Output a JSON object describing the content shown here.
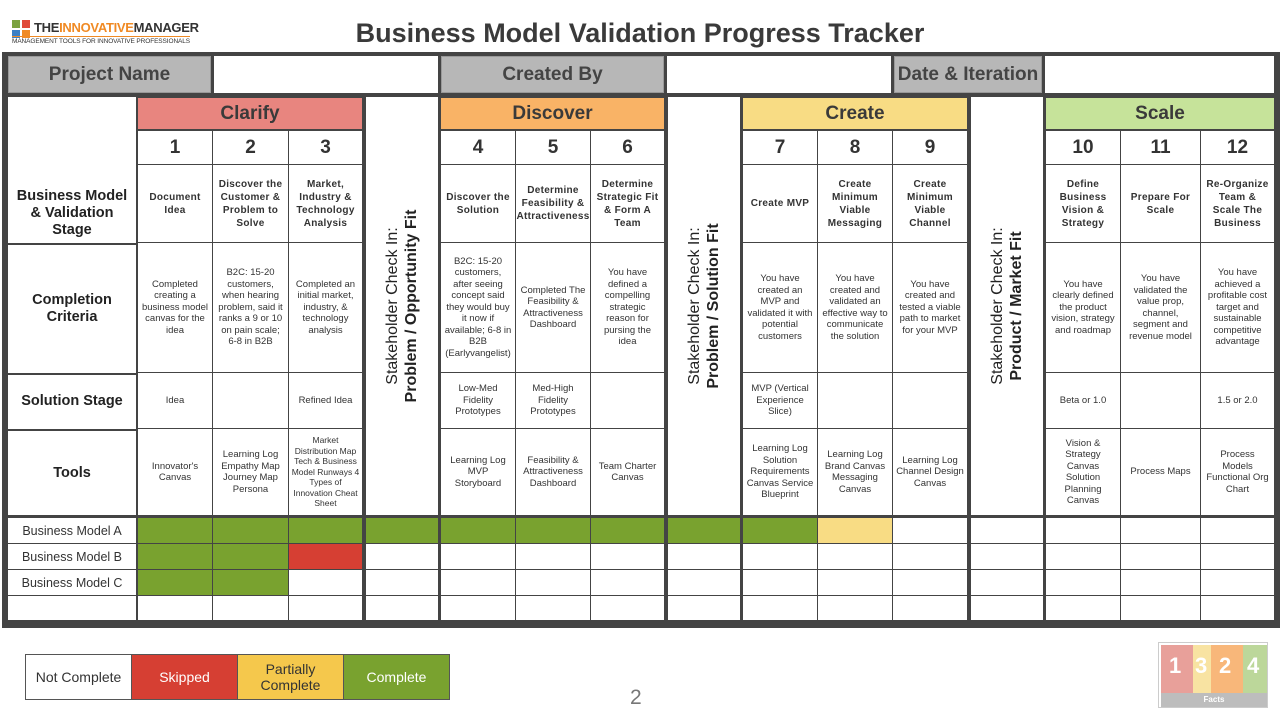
{
  "brand": {
    "logo_part1": "THE",
    "logo_part2": "INNOVATIVE",
    "logo_part3": "MANAGER",
    "tagline": "MANAGEMENT TOOLS FOR INNOVATIVE PROFESSIONALS",
    "logo_colors": [
      "#e04a3a",
      "#f08a24",
      "#3b7fc4",
      "#7ba23f"
    ]
  },
  "title": "Business Model Validation Progress Tracker",
  "header_fields": {
    "project_name_label": "Project Name",
    "project_name_value": "",
    "created_by_label": "Created By",
    "created_by_value": "",
    "date_iteration_label": "Date & Iteration",
    "date_iteration_value": ""
  },
  "row_labels": {
    "stage": "Business Model & Validation Stage",
    "criteria": "Completion Criteria",
    "solution": "Solution Stage",
    "tools": "Tools"
  },
  "phases": [
    {
      "name": "Clarify",
      "color": "#e8857f"
    },
    {
      "name": "Discover",
      "color": "#f9b366"
    },
    {
      "name": "Create",
      "color": "#f8dc84"
    },
    {
      "name": "Scale",
      "color": "#c6e39a"
    }
  ],
  "checkpoints": [
    {
      "line1": "Stakeholder Check In:",
      "line2": "Problem / Opportunity Fit"
    },
    {
      "line1": "Stakeholder Check In:",
      "line2": "Problem / Solution Fit"
    },
    {
      "line1": "Stakeholder Check In:",
      "line2": "Product / Market Fit"
    }
  ],
  "steps": [
    {
      "num": "1",
      "title": "Document Idea",
      "criteria": "Completed creating a business model canvas for the idea",
      "solution": "Idea",
      "tools": "Innovator's Canvas"
    },
    {
      "num": "2",
      "title": "Discover the Customer & Problem to Solve",
      "criteria": "B2C: 15-20 customers, when hearing problem, said it ranks a 9 or 10 on pain scale; 6-8 in B2B",
      "solution": "",
      "tools": "Learning Log Empathy Map Journey Map Persona"
    },
    {
      "num": "3",
      "title": "Market, Industry & Technology Analysis",
      "criteria": "Completed an initial market, industry, & technology analysis",
      "solution": "Refined Idea",
      "tools": "Market Distribution Map Tech & Business Model Runways 4 Types of Innovation Cheat Sheet"
    },
    {
      "num": "4",
      "title": "Discover the Solution",
      "criteria": "B2C: 15-20 customers, after seeing concept said they would buy it now if available; 6-8 in B2B (Earlyvangelist)",
      "solution": "Low-Med Fidelity Prototypes",
      "tools": "Learning Log MVP Storyboard"
    },
    {
      "num": "5",
      "title": "Determine Feasibility & Attractiveness",
      "criteria": "Completed The Feasibility & Attractiveness Dashboard",
      "solution": "Med-High Fidelity Prototypes",
      "tools": "Feasibility & Attractiveness Dashboard"
    },
    {
      "num": "6",
      "title": "Determine Strategic Fit & Form A Team",
      "criteria": "You have defined a compelling strategic reason for pursing the idea",
      "solution": "",
      "tools": "Team Charter Canvas"
    },
    {
      "num": "7",
      "title": "Create MVP",
      "criteria": "You have created an MVP and validated it with potential customers",
      "solution": "MVP (Vertical Experience Slice)",
      "tools": "Learning Log Solution Requirements Canvas Service Blueprint"
    },
    {
      "num": "8",
      "title": "Create Minimum Viable Messaging",
      "criteria": "You have created and validated an effective way to communicate the solution",
      "solution": "",
      "tools": "Learning Log Brand Canvas Messaging Canvas"
    },
    {
      "num": "9",
      "title": "Create Minimum Viable Channel",
      "criteria": "You have created and tested a viable path to market for your MVP",
      "solution": "",
      "tools": "Learning Log Channel Design Canvas"
    },
    {
      "num": "10",
      "title": "Define Business Vision & Strategy",
      "criteria": "You have clearly defined the product vision, strategy and roadmap",
      "solution": "Beta or 1.0",
      "tools": "Vision & Strategy Canvas Solution Planning Canvas"
    },
    {
      "num": "11",
      "title": "Prepare For Scale",
      "criteria": "You have validated the value prop, channel, segment and revenue model",
      "solution": "",
      "tools": "Process Maps"
    },
    {
      "num": "12",
      "title": "Re-Organize Team & Scale The Business",
      "criteria": "You have achieved a profitable cost target and sustainable competitive advantage",
      "solution": "1.5 or 2.0",
      "tools": "Process Models Functional Org Chart"
    }
  ],
  "status_colors": {
    "not_complete": "#ffffff",
    "skipped": "#d63f33",
    "partial": "#f8dc84",
    "complete": "#79a22f"
  },
  "business_models": [
    {
      "name": "Business Model A",
      "status": [
        "complete",
        "complete",
        "complete",
        "complete",
        "complete",
        "complete",
        "complete",
        "complete",
        "complete",
        "partial",
        "not_complete",
        "not_complete",
        "not_complete",
        "not_complete",
        "not_complete"
      ]
    },
    {
      "name": "Business Model B",
      "status": [
        "complete",
        "complete",
        "skipped",
        "not_complete",
        "not_complete",
        "not_complete",
        "not_complete",
        "not_complete",
        "not_complete",
        "not_complete",
        "not_complete",
        "not_complete",
        "not_complete",
        "not_complete",
        "not_complete"
      ]
    },
    {
      "name": "Business Model C",
      "status": [
        "complete",
        "complete",
        "not_complete",
        "not_complete",
        "not_complete",
        "not_complete",
        "not_complete",
        "not_complete",
        "not_complete",
        "not_complete",
        "not_complete",
        "not_complete",
        "not_complete",
        "not_complete",
        "not_complete"
      ]
    },
    {
      "name": "",
      "status": [
        "not_complete",
        "not_complete",
        "not_complete",
        "not_complete",
        "not_complete",
        "not_complete",
        "not_complete",
        "not_complete",
        "not_complete",
        "not_complete",
        "not_complete",
        "not_complete",
        "not_complete",
        "not_complete",
        "not_complete"
      ]
    }
  ],
  "legend": [
    {
      "label": "Not Complete",
      "color": "#ffffff",
      "text_color": "#333333"
    },
    {
      "label": "Skipped",
      "color": "#d63f33",
      "text_color": "#ffffff"
    },
    {
      "label": "Partially Complete",
      "color": "#f5c84c",
      "text_color": "#333333"
    },
    {
      "label": "Complete",
      "color": "#79a22f",
      "text_color": "#ffffff"
    }
  ],
  "page_number": "2",
  "thumbnail": {
    "numbers": [
      "1",
      "3",
      "2",
      "4"
    ],
    "footer": "Facts"
  }
}
